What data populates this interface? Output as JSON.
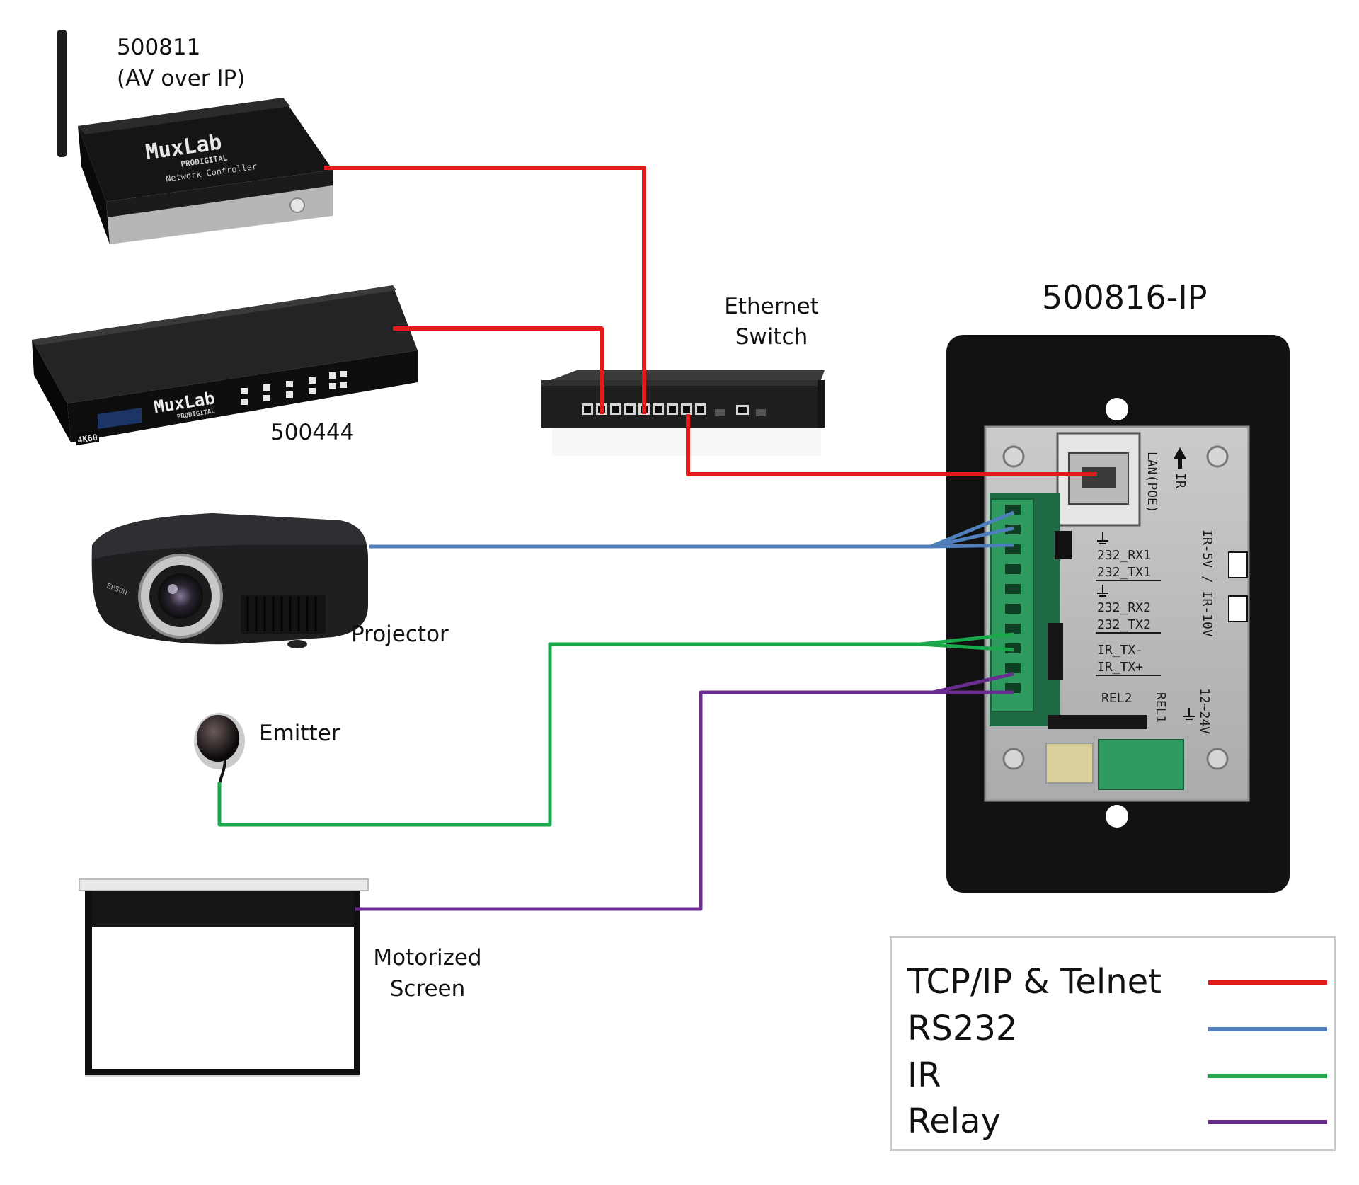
{
  "devices": {
    "controller": {
      "model": "500811",
      "subtitle": "(AV over IP)",
      "brand": "MuxLab",
      "sub_brand": "PRODIGITAL",
      "caption": "Network Controller"
    },
    "matrix": {
      "model": "500444",
      "brand": "MuxLab",
      "sub_brand": "PRODIGITAL",
      "badge": "4K60"
    },
    "switch": {
      "label_line1": "Ethernet",
      "label_line2": "Switch"
    },
    "projector": {
      "label": "Projector",
      "brand": "EPSON"
    },
    "emitter": {
      "label": "Emitter"
    },
    "screen": {
      "label_line1": "Motorized",
      "label_line2": "Screen"
    },
    "wallplate": {
      "title": "500816-IP",
      "silkscreen": {
        "lan": "LAN(POE)",
        "ir": "IR",
        "rx1": "232_RX1",
        "tx1": "232_TX1",
        "rx2": "232_RX2",
        "tx2": "232_TX2",
        "ir_tx_minus": "IR_TX-",
        "ir_tx_plus": "IR_TX+",
        "rel2": "REL2",
        "rel1": "REL1",
        "ir_voltage": "IR-5V / IR-10V",
        "power": "12~24V"
      }
    }
  },
  "legend": {
    "items": [
      {
        "label": "TCP/IP & Telnet",
        "color": "#e31a1c"
      },
      {
        "label": "RS232",
        "color": "#4f7fbd"
      },
      {
        "label": "IR",
        "color": "#1aa64a"
      },
      {
        "label": "Relay",
        "color": "#6a2c91"
      }
    ]
  },
  "colors": {
    "tcpip": "#e31a1c",
    "rs232": "#4f7fbd",
    "ir": "#1aa64a",
    "relay": "#6a2c91"
  }
}
